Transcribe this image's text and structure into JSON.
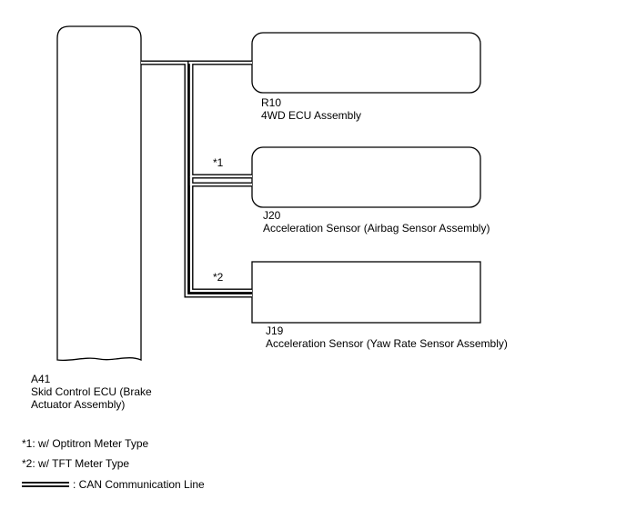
{
  "components": {
    "a41": {
      "connector": "A41",
      "name_line1": "Skid Control ECU (Brake",
      "name_line2": "Actuator Assembly)"
    },
    "r10": {
      "connector": "R10",
      "name": "4WD ECU Assembly"
    },
    "j20": {
      "connector": "J20",
      "name": "Acceleration Sensor (Airbag Sensor Assembly)",
      "note": "*1"
    },
    "j19": {
      "connector": "J19",
      "name": "Acceleration Sensor (Yaw Rate Sensor Assembly)",
      "note": "*2"
    }
  },
  "legend": {
    "note1": "*1: w/ Optitron Meter Type",
    "note2": "*2: w/ TFT Meter Type",
    "can_line": ": CAN Communication Line"
  }
}
